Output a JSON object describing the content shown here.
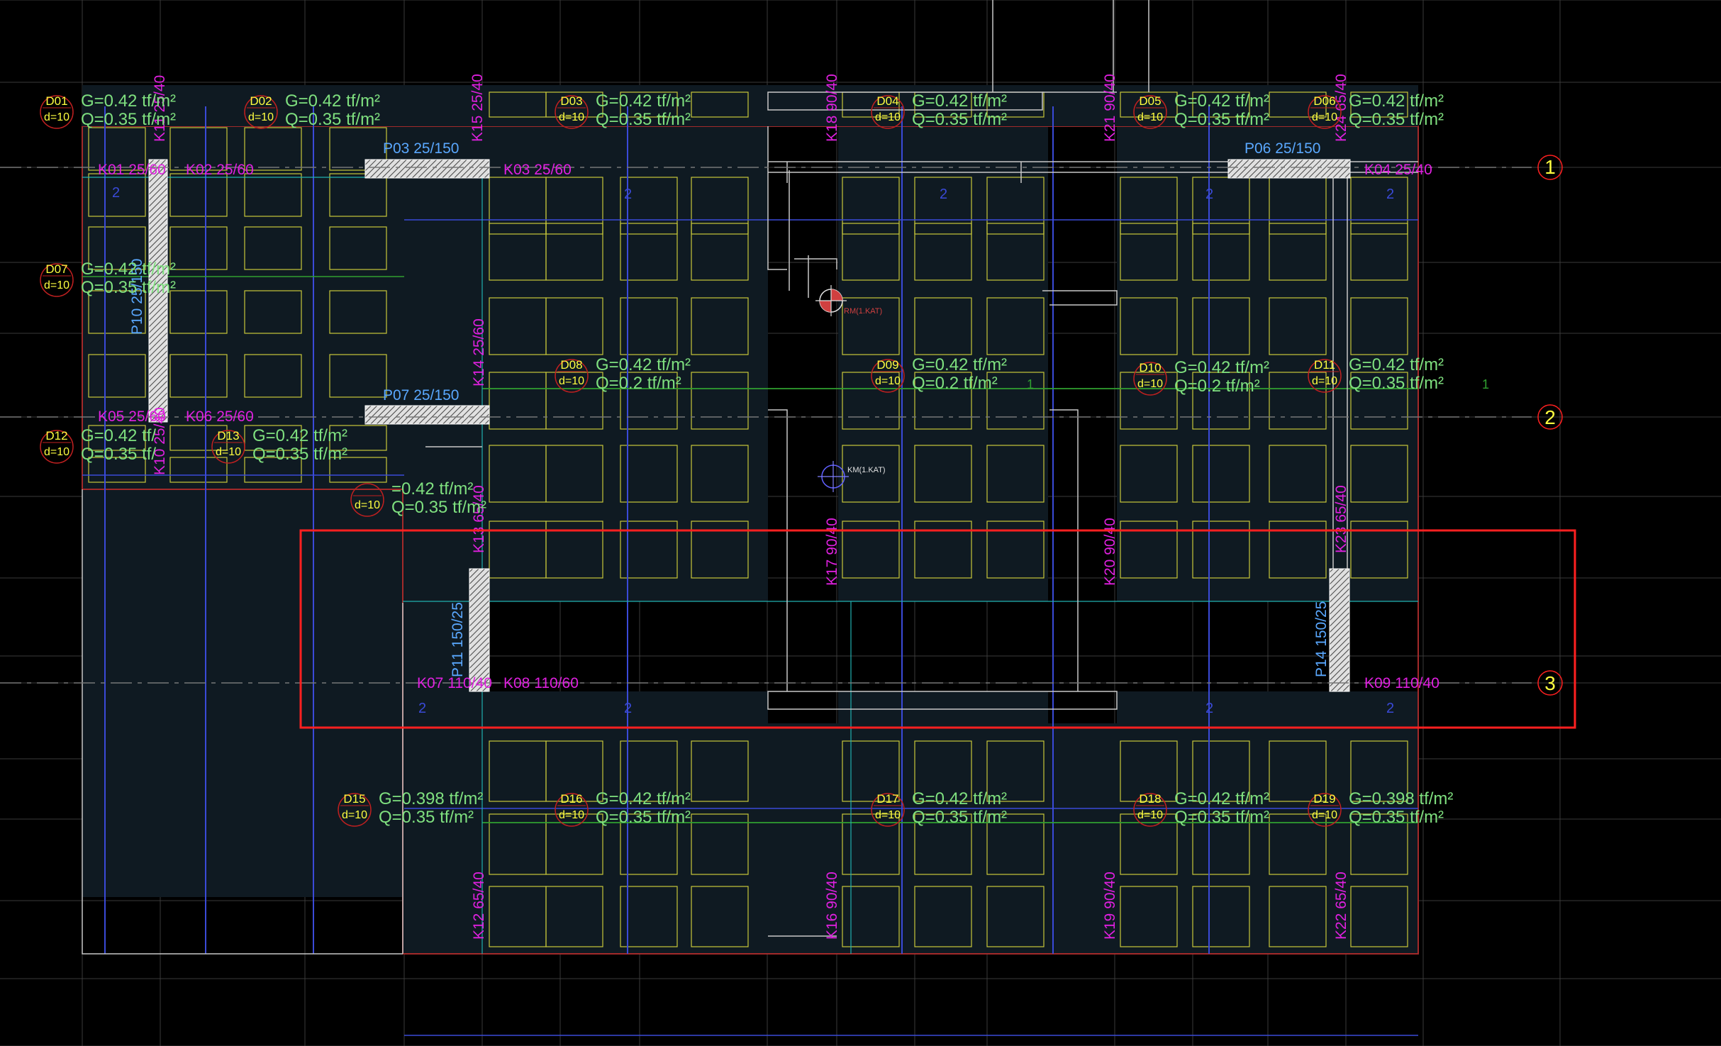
{
  "colors": {
    "background": "#000000",
    "grid": "#3a3a3a",
    "slab_fill": "#0f1a22",
    "waffle": "#c8c83a",
    "slab_edge": "#a22a2a",
    "beam_label": "#e020e0",
    "panel_label": "#5aa8ff",
    "load_text": "#7fe07f",
    "slab_id": "#ffff40",
    "circle": "#c02020",
    "axis_circle": "#ff2020",
    "axis_label": "#ffff40",
    "selection": "#ff2020",
    "wall": "#c8c8c8",
    "rib_blue": "#3a4ad8",
    "rib_green": "#30a030",
    "cyan": "#20b0b0",
    "marker": "#e0e0e0"
  },
  "axes": [
    {
      "label": "1"
    },
    {
      "label": "2"
    },
    {
      "label": "3"
    }
  ],
  "slabs": [
    {
      "id": "D01",
      "d": "d=10",
      "g": "G=0.42 tf/m²",
      "q": "Q=0.35 tf/m²"
    },
    {
      "id": "D02",
      "d": "d=10",
      "g": "G=0.42 tf/m²",
      "q": "Q=0.35 tf/m²"
    },
    {
      "id": "D03",
      "d": "d=10",
      "g": "G=0.42 tf/m²",
      "q": "Q=0.35 tf/m²"
    },
    {
      "id": "D04",
      "d": "d=10",
      "g": "G=0.42 tf/m²",
      "q": "Q=0.35 tf/m²"
    },
    {
      "id": "D05",
      "d": "d=10",
      "g": "G=0.42 tf/m²",
      "q": "Q=0.35 tf/m²"
    },
    {
      "id": "D06",
      "d": "d=10",
      "g": "G=0.42 tf/m²",
      "q": "Q=0.35 tf/m²"
    },
    {
      "id": "D07",
      "d": "d=10",
      "g": "G=0.42 tf/m²",
      "q": "Q=0.35 tf/m²"
    },
    {
      "id": "D08",
      "d": "d=10",
      "g": "G=0.42 tf/m²",
      "q": "Q=0.2 tf/m²"
    },
    {
      "id": "D09",
      "d": "d=10",
      "g": "G=0.42 tf/m²",
      "q": "Q=0.2 tf/m²"
    },
    {
      "id": "D10",
      "d": "d=10",
      "g": "G=0.42 tf/m²",
      "q": "Q=0.2 tf/m²"
    },
    {
      "id": "D11",
      "d": "d=10",
      "g": "G=0.42 tf/m²",
      "q": "Q=0.35 tf/m²"
    },
    {
      "id": "D12",
      "d": "d=10",
      "g": "G=0.42 tf/",
      "q": "Q=0.35 tf/"
    },
    {
      "id": "D13",
      "d": "d=10",
      "g": "G=0.42 tf/m²",
      "q": "Q=0.35 tf/m²"
    },
    {
      "id": "",
      "d": "d=10",
      "g": "=0.42 tf/m²",
      "q": "Q=0.35 tf/m²"
    },
    {
      "id": "D15",
      "d": "d=10",
      "g": "G=0.398 tf/m²",
      "q": "Q=0.35 tf/m²"
    },
    {
      "id": "D16",
      "d": "d=10",
      "g": "G=0.42 tf/m²",
      "q": "Q=0.35 tf/m²"
    },
    {
      "id": "D17",
      "d": "d=10",
      "g": "G=0.42 tf/m²",
      "q": "Q=0.35 tf/m²"
    },
    {
      "id": "D18",
      "d": "d=10",
      "g": "G=0.42 tf/m²",
      "q": "Q=0.35 tf/m²"
    },
    {
      "id": "D19",
      "d": "d=10",
      "g": "G=0.398 tf/m²",
      "q": "Q=0.35 tf/m²"
    }
  ],
  "beams_horizontal": [
    "K01 25/60",
    "K02 25/60",
    "K03 25/60",
    "K04 25/40",
    "K05 25/60",
    "K06 25/60",
    "K07 110/40",
    "K08 110/60",
    "K09 110/40"
  ],
  "beams_vertical": [
    "K11 25/40",
    "K15 25/40",
    "K18 90/40",
    "K21 90/40",
    "K24 65/40",
    "K10 25/40",
    "K14 25/60",
    "K13 65/40",
    "K17 90/40",
    "K20 90/40",
    "K23 65/40",
    "K12 65/40",
    "K16 90/40",
    "K19 90/40",
    "K22 65/40"
  ],
  "panels_horizontal": [
    "P03 25/150",
    "P06 25/150",
    "P07 25/150"
  ],
  "panels_vertical": [
    "P10 25/150",
    "P11 150/25",
    "P14 150/25"
  ],
  "markers": [
    "RM(1.KAT)",
    "KM(1.KAT)"
  ],
  "rib_number": "2",
  "rib_number_alt": "1"
}
